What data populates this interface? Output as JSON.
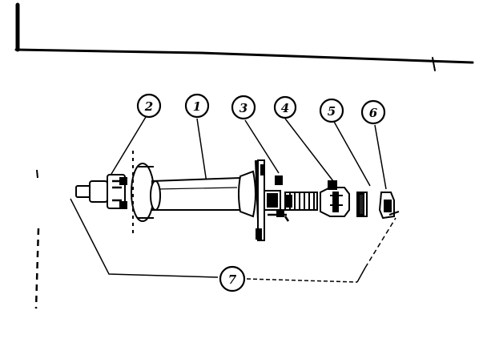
{
  "diagram": {
    "type": "exploded-parts-view",
    "colors": {
      "ink": "#000000",
      "paper": "#ffffff",
      "shade": "#1a1a1a"
    },
    "callouts": [
      {
        "id": "callout-2",
        "label": "2"
      },
      {
        "id": "callout-1",
        "label": "1"
      },
      {
        "id": "callout-3",
        "label": "3"
      },
      {
        "id": "callout-4",
        "label": "4"
      },
      {
        "id": "callout-5",
        "label": "5"
      },
      {
        "id": "callout-6",
        "label": "6"
      },
      {
        "id": "callout-7",
        "label": "7"
      }
    ]
  }
}
